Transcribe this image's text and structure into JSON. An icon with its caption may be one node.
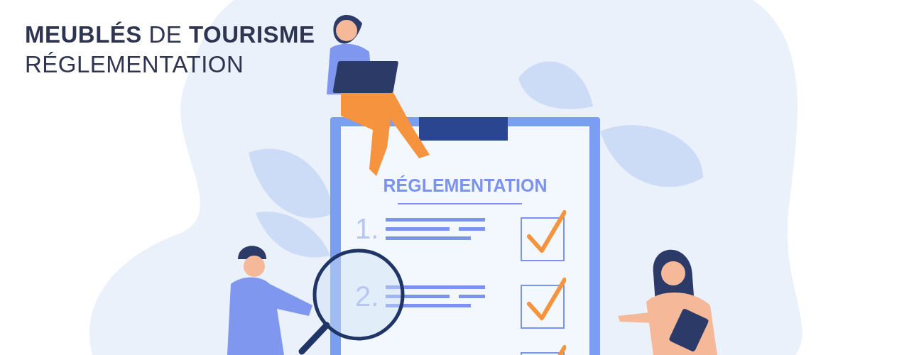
{
  "diagram": {
    "title": "**MEUBLÉS** DE **TOURISME**",
    "nodes": [
      {
        "text": [
          "RÉGLEMENTATION",
          "1.",
          "2."
        ]
      }
    ],
    "labels": [
      "RÉGLEMENTATION"
    ]
  }
}
